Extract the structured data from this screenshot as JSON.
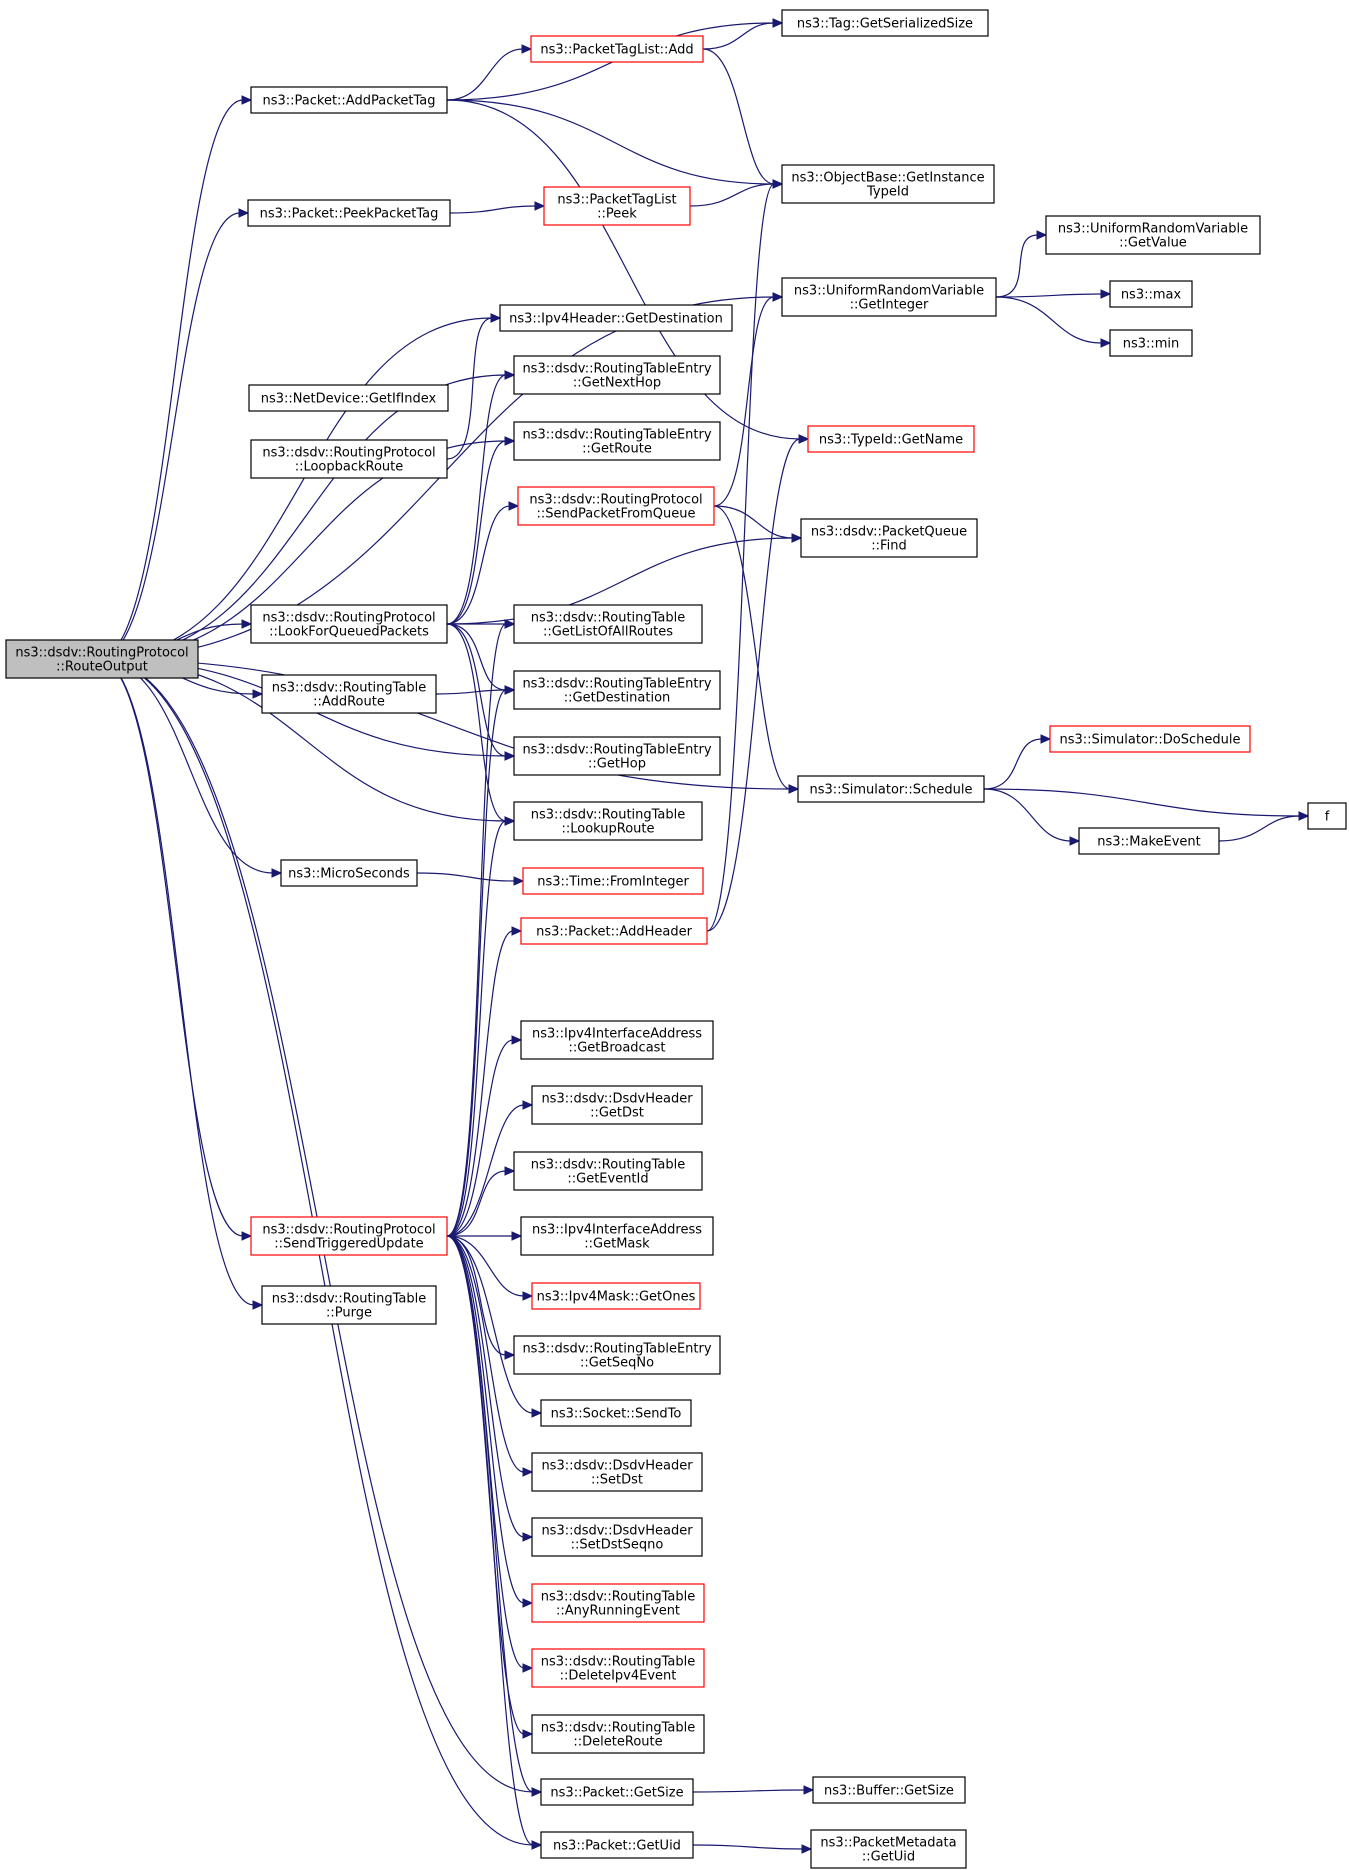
{
  "diagram": {
    "nodes": [
      {
        "id": "root",
        "lines": [
          "ns3::dsdv::RoutingProtocol",
          "::RouteOutput"
        ],
        "style": "root"
      },
      {
        "id": "addpackettag",
        "lines": [
          "ns3::Packet::AddPacketTag"
        ],
        "style": "normal"
      },
      {
        "id": "peekpackettag",
        "lines": [
          "ns3::Packet::PeekPacketTag"
        ],
        "style": "normal"
      },
      {
        "id": "ipv4hdr_getdest",
        "lines": [
          "ns3::Ipv4Header::GetDestination"
        ],
        "style": "normal"
      },
      {
        "id": "netdev_getifindex",
        "lines": [
          "ns3::NetDevice::GetIfIndex"
        ],
        "style": "normal"
      },
      {
        "id": "loopbackroute",
        "lines": [
          "ns3::dsdv::RoutingProtocol",
          "::LoopbackRoute"
        ],
        "style": "normal"
      },
      {
        "id": "lookforqueued",
        "lines": [
          "ns3::dsdv::RoutingProtocol",
          "::LookForQueuedPackets"
        ],
        "style": "normal"
      },
      {
        "id": "rt_addroute",
        "lines": [
          "ns3::dsdv::RoutingTable",
          "::AddRoute"
        ],
        "style": "normal"
      },
      {
        "id": "microseconds",
        "lines": [
          "ns3::MicroSeconds"
        ],
        "style": "normal"
      },
      {
        "id": "sendtriggered",
        "lines": [
          "ns3::dsdv::RoutingProtocol",
          "::SendTriggeredUpdate"
        ],
        "style": "red"
      },
      {
        "id": "rt_purge",
        "lines": [
          "ns3::dsdv::RoutingTable",
          "::Purge"
        ],
        "style": "normal"
      },
      {
        "id": "ptl_add",
        "lines": [
          "ns3::PacketTagList::Add"
        ],
        "style": "red"
      },
      {
        "id": "ptl_peek",
        "lines": [
          "ns3::PacketTagList",
          "::Peek"
        ],
        "style": "red"
      },
      {
        "id": "rte_getnexthop",
        "lines": [
          "ns3::dsdv::RoutingTableEntry",
          "::GetNextHop"
        ],
        "style": "normal"
      },
      {
        "id": "rte_getroute",
        "lines": [
          "ns3::dsdv::RoutingTableEntry",
          "::GetRoute"
        ],
        "style": "normal"
      },
      {
        "id": "sendpacketfromqueue",
        "lines": [
          "ns3::dsdv::RoutingProtocol",
          "::SendPacketFromQueue"
        ],
        "style": "red"
      },
      {
        "id": "rt_getlistofallroutes",
        "lines": [
          "ns3::dsdv::RoutingTable",
          "::GetListOfAllRoutes"
        ],
        "style": "normal"
      },
      {
        "id": "rte_getdestination",
        "lines": [
          "ns3::dsdv::RoutingTableEntry",
          "::GetDestination"
        ],
        "style": "normal"
      },
      {
        "id": "rte_gethop",
        "lines": [
          "ns3::dsdv::RoutingTableEntry",
          "::GetHop"
        ],
        "style": "normal"
      },
      {
        "id": "rt_lookuproute",
        "lines": [
          "ns3::dsdv::RoutingTable",
          "::LookupRoute"
        ],
        "style": "normal"
      },
      {
        "id": "time_frominteger",
        "lines": [
          "ns3::Time::FromInteger"
        ],
        "style": "red"
      },
      {
        "id": "packet_addheader",
        "lines": [
          "ns3::Packet::AddHeader"
        ],
        "style": "red"
      },
      {
        "id": "ipv4ia_getbroadcast",
        "lines": [
          "ns3::Ipv4InterfaceAddress",
          "::GetBroadcast"
        ],
        "style": "normal"
      },
      {
        "id": "dh_getdst",
        "lines": [
          "ns3::dsdv::DsdvHeader",
          "::GetDst"
        ],
        "style": "normal"
      },
      {
        "id": "rt_geteventid",
        "lines": [
          "ns3::dsdv::RoutingTable",
          "::GetEventId"
        ],
        "style": "normal"
      },
      {
        "id": "ipv4ia_getmask",
        "lines": [
          "ns3::Ipv4InterfaceAddress",
          "::GetMask"
        ],
        "style": "normal"
      },
      {
        "id": "ipv4mask_getones",
        "lines": [
          "ns3::Ipv4Mask::GetOnes"
        ],
        "style": "red"
      },
      {
        "id": "rte_getseqno",
        "lines": [
          "ns3::dsdv::RoutingTableEntry",
          "::GetSeqNo"
        ],
        "style": "normal"
      },
      {
        "id": "socket_sendto",
        "lines": [
          "ns3::Socket::SendTo"
        ],
        "style": "normal"
      },
      {
        "id": "dh_setdst",
        "lines": [
          "ns3::dsdv::DsdvHeader",
          "::SetDst"
        ],
        "style": "normal"
      },
      {
        "id": "dh_setdstseqno",
        "lines": [
          "ns3::dsdv::DsdvHeader",
          "::SetDstSeqno"
        ],
        "style": "normal"
      },
      {
        "id": "rt_anyrunningevent",
        "lines": [
          "ns3::dsdv::RoutingTable",
          "::AnyRunningEvent"
        ],
        "style": "red"
      },
      {
        "id": "rt_deleteipv4event",
        "lines": [
          "ns3::dsdv::RoutingTable",
          "::DeleteIpv4Event"
        ],
        "style": "red"
      },
      {
        "id": "rt_deleteroute",
        "lines": [
          "ns3::dsdv::RoutingTable",
          "::DeleteRoute"
        ],
        "style": "normal"
      },
      {
        "id": "packet_getsize",
        "lines": [
          "ns3::Packet::GetSize"
        ],
        "style": "normal"
      },
      {
        "id": "packet_getuid",
        "lines": [
          "ns3::Packet::GetUid"
        ],
        "style": "normal"
      },
      {
        "id": "tag_getserializedsize",
        "lines": [
          "ns3::Tag::GetSerializedSize"
        ],
        "style": "normal"
      },
      {
        "id": "objectbase_getinstancetypeid",
        "lines": [
          "ns3::ObjectBase::GetInstance",
          "TypeId"
        ],
        "style": "normal"
      },
      {
        "id": "urv_getinteger",
        "lines": [
          "ns3::UniformRandomVariable",
          "::GetInteger"
        ],
        "style": "normal"
      },
      {
        "id": "typeid_getname",
        "lines": [
          "ns3::TypeId::GetName"
        ],
        "style": "red"
      },
      {
        "id": "pq_find",
        "lines": [
          "ns3::dsdv::PacketQueue",
          "::Find"
        ],
        "style": "normal"
      },
      {
        "id": "sim_schedule",
        "lines": [
          "ns3::Simulator::Schedule"
        ],
        "style": "normal"
      },
      {
        "id": "buffer_getsize",
        "lines": [
          "ns3::Buffer::GetSize"
        ],
        "style": "normal"
      },
      {
        "id": "pmd_getuid",
        "lines": [
          "ns3::PacketMetadata",
          "::GetUid"
        ],
        "style": "normal"
      },
      {
        "id": "urv_getvalue",
        "lines": [
          "ns3::UniformRandomVariable",
          "::GetValue"
        ],
        "style": "normal"
      },
      {
        "id": "ns3_max",
        "lines": [
          "ns3::max"
        ],
        "style": "normal"
      },
      {
        "id": "ns3_min",
        "lines": [
          "ns3::min"
        ],
        "style": "normal"
      },
      {
        "id": "sim_doschedule",
        "lines": [
          "ns3::Simulator::DoSchedule"
        ],
        "style": "red"
      },
      {
        "id": "makeevent",
        "lines": [
          "ns3::MakeEvent"
        ],
        "style": "normal"
      },
      {
        "id": "f",
        "lines": [
          "f"
        ],
        "style": "normal"
      }
    ],
    "edges": [
      [
        "root",
        "addpackettag"
      ],
      [
        "root",
        "peekpackettag"
      ],
      [
        "root",
        "urv_getinteger"
      ],
      [
        "root",
        "ipv4hdr_getdest"
      ],
      [
        "root",
        "rte_getnexthop"
      ],
      [
        "root",
        "rte_getroute"
      ],
      [
        "root",
        "lookforqueued"
      ],
      [
        "root",
        "rt_addroute"
      ],
      [
        "root",
        "rte_gethop"
      ],
      [
        "root",
        "rt_lookuproute"
      ],
      [
        "root",
        "microseconds"
      ],
      [
        "root",
        "sim_schedule"
      ],
      [
        "root",
        "sendtriggered"
      ],
      [
        "root",
        "rt_purge"
      ],
      [
        "root",
        "packet_getsize"
      ],
      [
        "root",
        "packet_getuid"
      ],
      [
        "addpackettag",
        "tag_getserializedsize"
      ],
      [
        "addpackettag",
        "ptl_add"
      ],
      [
        "addpackettag",
        "objectbase_getinstancetypeid"
      ],
      [
        "addpackettag",
        "typeid_getname"
      ],
      [
        "peekpackettag",
        "ptl_peek"
      ],
      [
        "ptl_add",
        "tag_getserializedsize"
      ],
      [
        "ptl_add",
        "objectbase_getinstancetypeid"
      ],
      [
        "ptl_peek",
        "objectbase_getinstancetypeid"
      ],
      [
        "loopbackroute",
        "ipv4hdr_getdest"
      ],
      [
        "lookforqueued",
        "rte_getnexthop"
      ],
      [
        "lookforqueued",
        "rte_getroute"
      ],
      [
        "lookforqueued",
        "sendpacketfromqueue"
      ],
      [
        "lookforqueued",
        "pq_find"
      ],
      [
        "lookforqueued",
        "rt_getlistofallroutes"
      ],
      [
        "lookforqueued",
        "rte_getdestination"
      ],
      [
        "lookforqueued",
        "rte_gethop"
      ],
      [
        "lookforqueued",
        "rt_lookuproute"
      ],
      [
        "rt_addroute",
        "rte_getdestination"
      ],
      [
        "microseconds",
        "time_frominteger"
      ],
      [
        "sendpacketfromqueue",
        "urv_getinteger"
      ],
      [
        "sendpacketfromqueue",
        "pq_find"
      ],
      [
        "sendpacketfromqueue",
        "sim_schedule"
      ],
      [
        "packet_addheader",
        "typeid_getname"
      ],
      [
        "packet_addheader",
        "objectbase_getinstancetypeid"
      ],
      [
        "urv_getinteger",
        "urv_getvalue"
      ],
      [
        "urv_getinteger",
        "ns3_max"
      ],
      [
        "urv_getinteger",
        "ns3_min"
      ],
      [
        "sim_schedule",
        "sim_doschedule"
      ],
      [
        "sim_schedule",
        "makeevent"
      ],
      [
        "sim_schedule",
        "f"
      ],
      [
        "makeevent",
        "f"
      ],
      [
        "sendtriggered",
        "rt_getlistofallroutes"
      ],
      [
        "sendtriggered",
        "rte_getdestination"
      ],
      [
        "sendtriggered",
        "rt_lookuproute"
      ],
      [
        "sendtriggered",
        "packet_addheader"
      ],
      [
        "sendtriggered",
        "ipv4ia_getbroadcast"
      ],
      [
        "sendtriggered",
        "dh_getdst"
      ],
      [
        "sendtriggered",
        "rt_geteventid"
      ],
      [
        "sendtriggered",
        "ipv4ia_getmask"
      ],
      [
        "sendtriggered",
        "ipv4mask_getones"
      ],
      [
        "sendtriggered",
        "rte_getseqno"
      ],
      [
        "sendtriggered",
        "socket_sendto"
      ],
      [
        "sendtriggered",
        "dh_setdst"
      ],
      [
        "sendtriggered",
        "dh_setdstseqno"
      ],
      [
        "sendtriggered",
        "rt_anyrunningevent"
      ],
      [
        "sendtriggered",
        "rt_deleteipv4event"
      ],
      [
        "sendtriggered",
        "rt_deleteroute"
      ],
      [
        "sendtriggered",
        "packet_getsize"
      ],
      [
        "sendtriggered",
        "packet_getuid"
      ],
      [
        "packet_getsize",
        "buffer_getsize"
      ],
      [
        "packet_getuid",
        "pmd_getuid"
      ]
    ]
  }
}
